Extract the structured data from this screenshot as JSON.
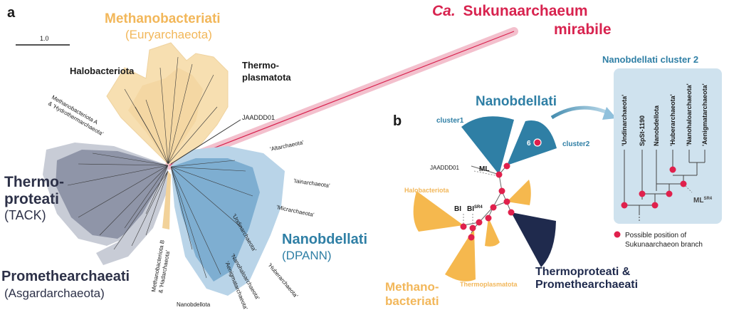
{
  "panel_a": {
    "letter": "a",
    "scale_label": "1.0",
    "methanobacteriati": {
      "name": "Methanobacteriati",
      "sub": "(Euryarchaeota)"
    },
    "halobacteriota": "Halobacteriota",
    "thermoplasmatota": [
      "Thermo-",
      "plasmatota"
    ],
    "jaaddd01": "JAADDD01",
    "methanobacteriota_a": [
      "Methanobacteriota A",
      "& 'Hydrothermarchaeota'"
    ],
    "thermoproteati": {
      "name": [
        "Thermo-",
        "proteati"
      ],
      "sub": "(TACK)"
    },
    "promethearchaeati": {
      "name": "Promethearchaeati",
      "sub": "(Asgardarchaeota)"
    },
    "methanobacteriota_b": [
      "Methanobacteriota B",
      "& 'Hadarchaeota'"
    ],
    "nanobdellati": {
      "name": "Nanobdellati",
      "sub": "(DPANN)"
    },
    "dpann_labels": {
      "altarchaeota": "'Altarchaeota'",
      "iainarchaeota": "'Iainarchaeota'",
      "micrarchaeota": "'Micrarchaeota'",
      "undinarchaeota": "'Undinarchaeota'",
      "nanohaloarchaeota": "'Nanohaloarchaeota'",
      "aenigmatarchaeota": "'Aenigmatarchaeota'",
      "huberarchaeota": "'Huberarchaeota'",
      "nanobdellota": "Nanobdellota"
    },
    "sukunaarchaeum": {
      "prefix": "Ca.",
      "name": "Sukunaarchaeum",
      "name2": "mirabile"
    }
  },
  "panel_b": {
    "letter": "b",
    "nanobdellati": "Nanobdellati",
    "cluster1": "cluster1",
    "cluster2": "cluster2",
    "cluster2_count": "6",
    "jaaddd01": "JAADDD01",
    "ml": "ML",
    "halobacteriota": "Halobacteriota",
    "bi": "BI",
    "bi_sr4": "BI",
    "sr4_sup": "SR4",
    "methanobacteriati": [
      "Methano-",
      "bacteriati"
    ],
    "thermoplasmatota": "Thermoplasmatota",
    "thermoproteati": [
      "Thermoproteati &",
      "Promethearchaeati"
    ]
  },
  "cluster2_box": {
    "title": "Nanobdellati cluster 2",
    "taxa": [
      "'Undinarchaeota'",
      "SpSt-1190",
      "Nanobdellota",
      "'Huberarchaeota'",
      "'Nanohaloarchaeota'",
      "'Aenigmatarchaeota'"
    ],
    "ml": "ML",
    "ml_sup": "SR4",
    "legend": [
      "Possible position of",
      "Sukunaarchaeon branch"
    ]
  },
  "colors": {
    "euryarchaeota": "#f7dfb1",
    "euryarchaeota_dark": "#f2b75a",
    "tack": "#8f95a8",
    "tack_light": "#c8ccd6",
    "dpann": "#7eaed1",
    "dpann_light": "#b9d4e8",
    "dpann_title": "#2f7fa5",
    "sukuna": "#d8234f",
    "sukuna_branch": "#f3c0cd",
    "dot": "#e0204c",
    "dark_wedge": "#1f2a4d",
    "box_bg": "#cfe2ee",
    "text": "#1a1a1a"
  }
}
